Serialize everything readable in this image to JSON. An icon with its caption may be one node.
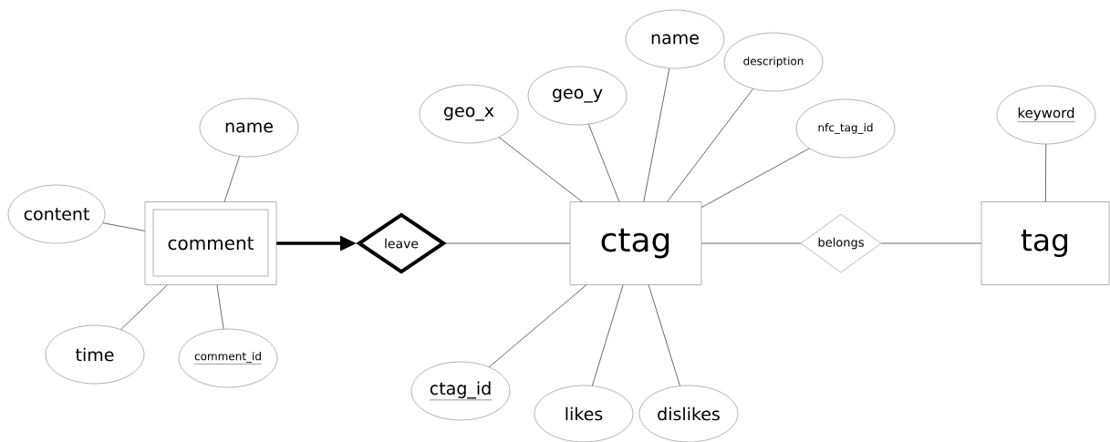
{
  "diagram": {
    "nodes": [
      {
        "text": [
          "content"
        ]
      },
      {
        "text": [
          "name"
        ]
      },
      {
        "text": [
          "comment"
        ]
      },
      {
        "text": [
          "time"
        ]
      },
      {
        "text": [
          "comment_id"
        ]
      },
      {
        "text": [
          "leave"
        ]
      },
      {
        "text": [
          "geo_x"
        ]
      },
      {
        "text": [
          "geo_y"
        ]
      },
      {
        "text": [
          "name"
        ]
      },
      {
        "text": [
          "description"
        ]
      },
      {
        "text": [
          "nfc_tag_id"
        ]
      },
      {
        "text": [
          "ctag"
        ]
      },
      {
        "text": [
          "ctag_id"
        ]
      },
      {
        "text": [
          "likes"
        ]
      },
      {
        "text": [
          "dislikes"
        ]
      },
      {
        "text": [
          "belongs"
        ]
      },
      {
        "text": [
          "keyword"
        ]
      },
      {
        "text": [
          "tag"
        ]
      }
    ],
    "edges": [
      {
        "from": 0,
        "to": 2,
        "arrow": "none"
      },
      {
        "from": 1,
        "to": 2,
        "arrow": "none"
      },
      {
        "from": 3,
        "to": 2,
        "arrow": "none"
      },
      {
        "from": 4,
        "to": 2,
        "arrow": "none"
      },
      {
        "from": 2,
        "to": 5,
        "arrow": "to",
        "style": "thick"
      },
      {
        "from": 5,
        "to": 11,
        "arrow": "none"
      },
      {
        "from": 6,
        "to": 11,
        "arrow": "none"
      },
      {
        "from": 7,
        "to": 11,
        "arrow": "none"
      },
      {
        "from": 8,
        "to": 11,
        "arrow": "none"
      },
      {
        "from": 9,
        "to": 11,
        "arrow": "none"
      },
      {
        "from": 10,
        "to": 11,
        "arrow": "none"
      },
      {
        "from": 12,
        "to": 11,
        "arrow": "none"
      },
      {
        "from": 13,
        "to": 11,
        "arrow": "none"
      },
      {
        "from": 14,
        "to": 11,
        "arrow": "none"
      },
      {
        "from": 11,
        "to": 15,
        "arrow": "none"
      },
      {
        "from": 15,
        "to": 17,
        "arrow": "none"
      },
      {
        "from": 16,
        "to": 17,
        "arrow": "none"
      }
    ]
  }
}
